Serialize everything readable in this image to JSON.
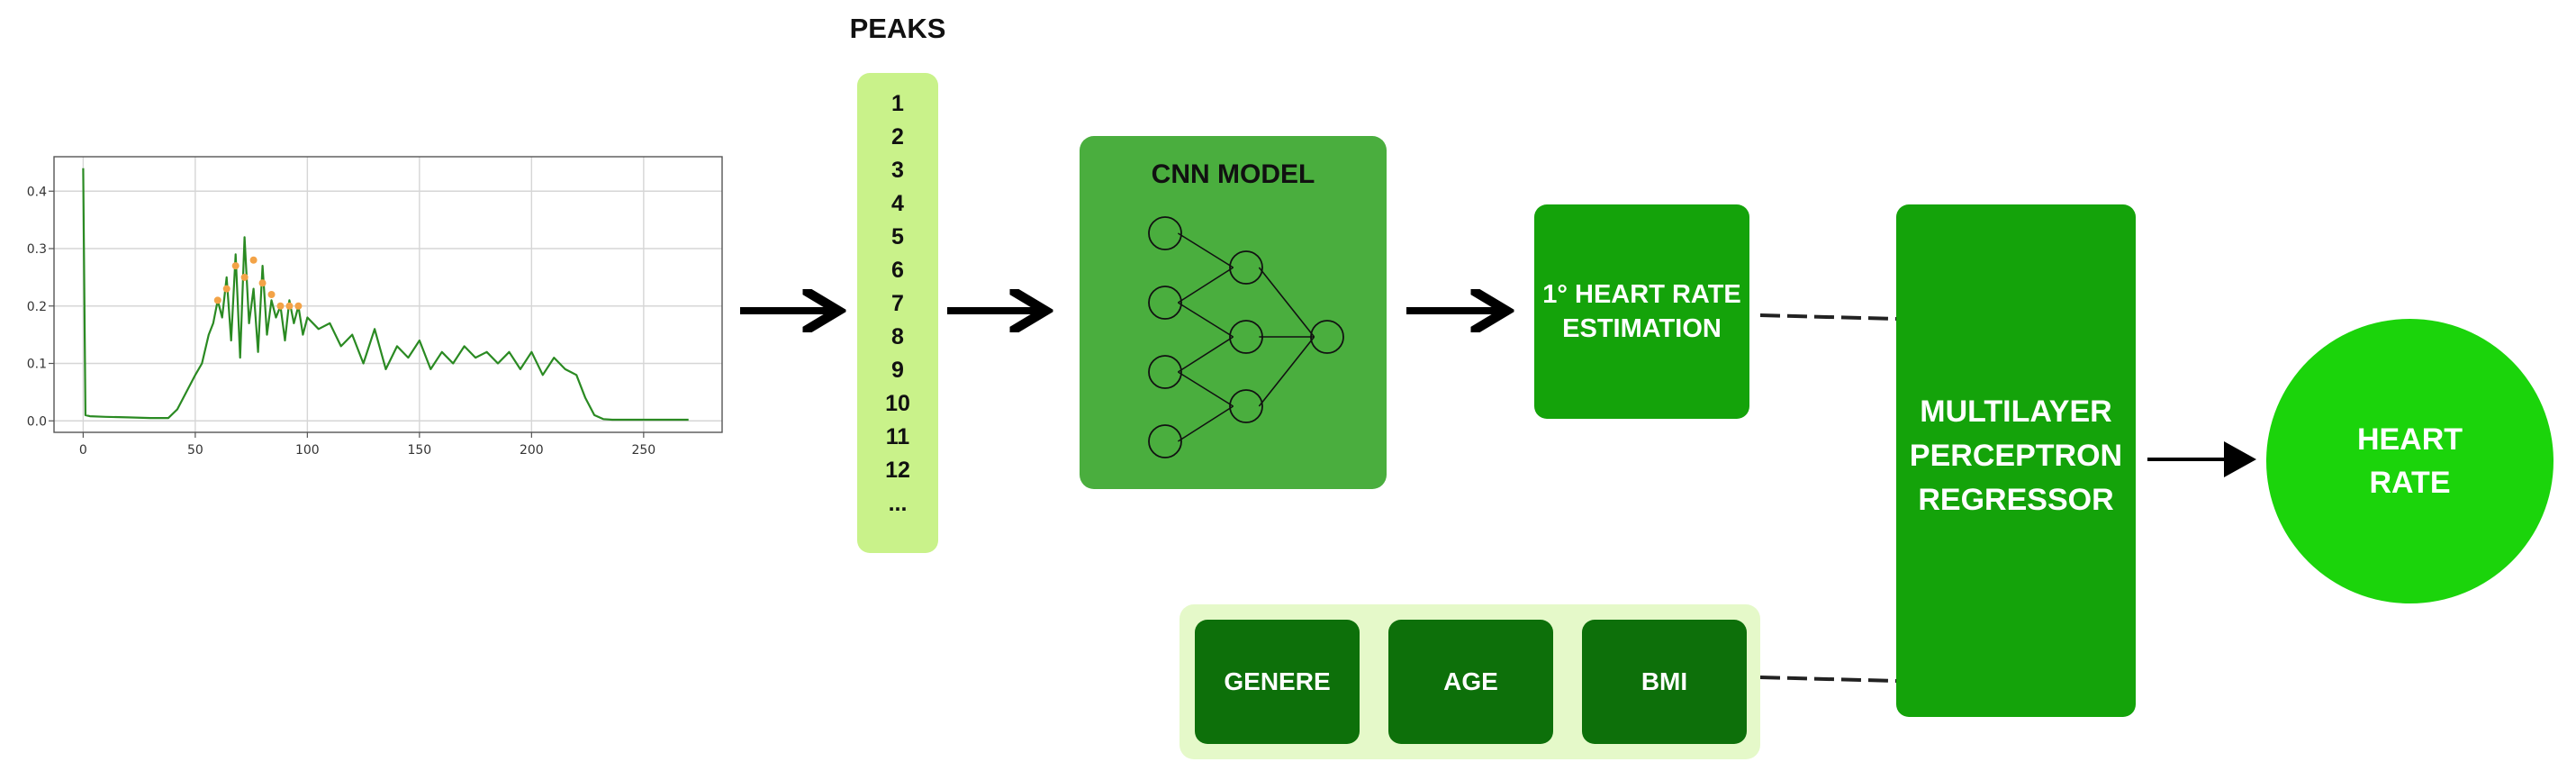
{
  "peaks": {
    "title": "PEAKS",
    "items": [
      "1",
      "2",
      "3",
      "4",
      "5",
      "6",
      "7",
      "8",
      "9",
      "10",
      "11",
      "12",
      "..."
    ]
  },
  "cnn": {
    "title": "CNN MODEL"
  },
  "hr_estimation": {
    "lines": [
      "1° HEART RATE",
      "ESTIMATION"
    ]
  },
  "mlp": {
    "lines": [
      "MULTILAYER",
      "PERCEPTRON",
      "REGRESSOR"
    ]
  },
  "output": {
    "lines": [
      "HEART",
      "RATE"
    ]
  },
  "inputs": [
    "GENERE",
    "AGE",
    "BMI"
  ],
  "chart_data": {
    "type": "line",
    "x": [
      0,
      1,
      3,
      10,
      20,
      30,
      38,
      42,
      46,
      50,
      53,
      56,
      58,
      60,
      62,
      64,
      66,
      68,
      70,
      72,
      74,
      76,
      78,
      80,
      82,
      84,
      86,
      88,
      90,
      92,
      94,
      96,
      98,
      100,
      105,
      110,
      115,
      120,
      125,
      130,
      135,
      140,
      145,
      150,
      155,
      160,
      165,
      170,
      175,
      180,
      185,
      190,
      195,
      200,
      205,
      210,
      215,
      220,
      224,
      228,
      232,
      236,
      240,
      250,
      260,
      270
    ],
    "y": [
      0.44,
      0.01,
      0.008,
      0.007,
      0.006,
      0.005,
      0.005,
      0.02,
      0.05,
      0.08,
      0.1,
      0.15,
      0.17,
      0.21,
      0.18,
      0.25,
      0.14,
      0.29,
      0.11,
      0.32,
      0.17,
      0.23,
      0.12,
      0.27,
      0.15,
      0.21,
      0.18,
      0.2,
      0.14,
      0.21,
      0.17,
      0.2,
      0.15,
      0.18,
      0.16,
      0.17,
      0.13,
      0.15,
      0.1,
      0.16,
      0.09,
      0.13,
      0.11,
      0.14,
      0.09,
      0.12,
      0.1,
      0.13,
      0.11,
      0.12,
      0.1,
      0.12,
      0.09,
      0.12,
      0.08,
      0.11,
      0.09,
      0.08,
      0.04,
      0.01,
      0.003,
      0.002,
      0.002,
      0.002,
      0.002,
      0.002
    ],
    "peaks_x": [
      60,
      64,
      68,
      72,
      76,
      80,
      84,
      88,
      92,
      96
    ],
    "peaks_y": [
      0.21,
      0.23,
      0.27,
      0.25,
      0.28,
      0.24,
      0.22,
      0.2,
      0.2,
      0.2
    ],
    "xticks": [
      0,
      50,
      100,
      150,
      200,
      250
    ],
    "yticks": [
      0.0,
      0.1,
      0.2,
      0.3,
      0.4
    ],
    "xlim": [
      -13,
      285
    ],
    "ylim": [
      -0.02,
      0.46
    ],
    "grid": true,
    "line_color": "#2a8a22",
    "peak_color": "#f3a347"
  }
}
